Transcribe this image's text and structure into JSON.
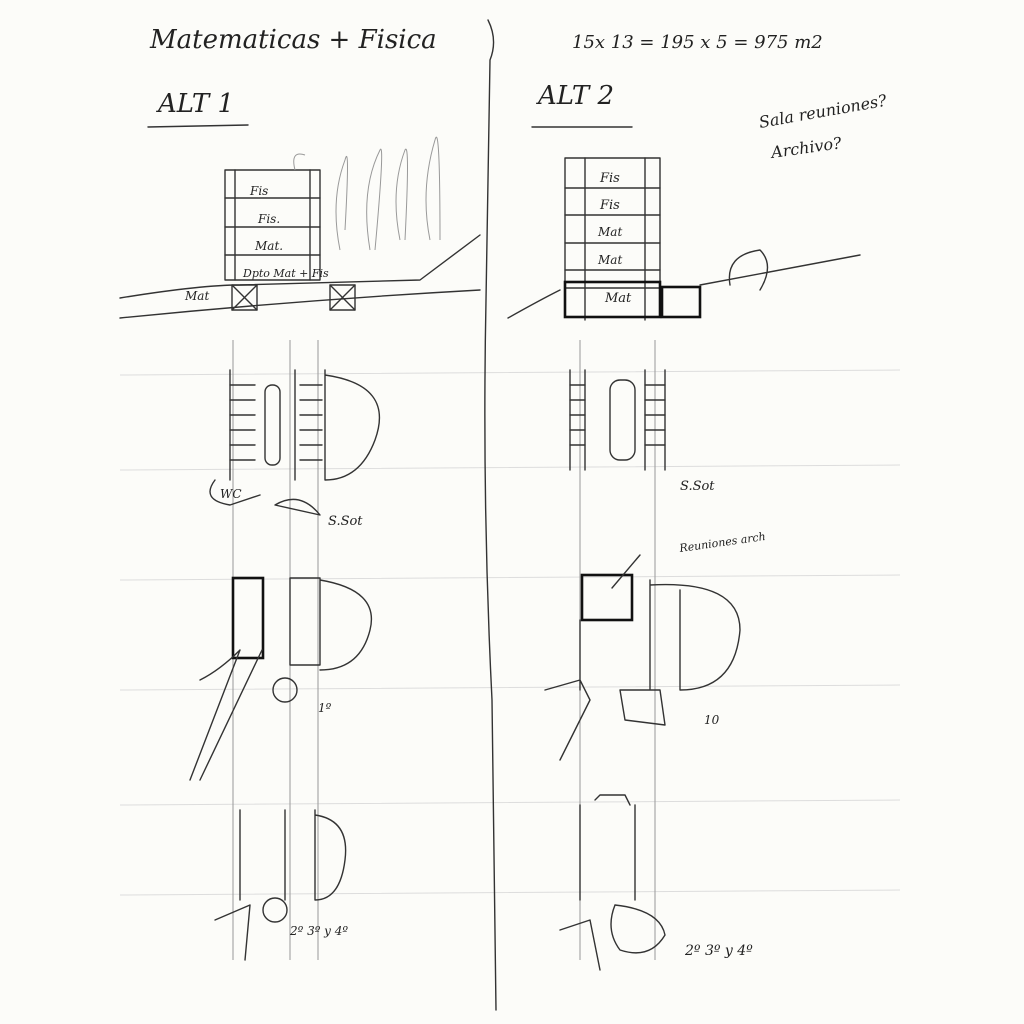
{
  "title": "Matematicas + Fisica",
  "calc": "15x 13 = 195 x 5 = 975 m2",
  "alt1": {
    "heading": "ALT 1",
    "section_labels": [
      "Fis",
      "Fis.",
      "Mat.",
      "Dpto Mat + Fis",
      "Mat"
    ],
    "plan_labels": {
      "wc": "WC",
      "basement": "S.Sot",
      "first": "1º",
      "upper": "2º 3º y 4º"
    }
  },
  "alt2": {
    "heading": "ALT 2",
    "note1": "Sala reuniones?",
    "note2": "Archivo?",
    "section_labels": [
      "Fis",
      "Fis",
      "Mat",
      "Mat",
      "Mat"
    ],
    "plan_labels": {
      "basement": "S.Sot",
      "meeting": "Reuniones arch",
      "first": "10",
      "upper": "2º 3º y 4º"
    }
  }
}
